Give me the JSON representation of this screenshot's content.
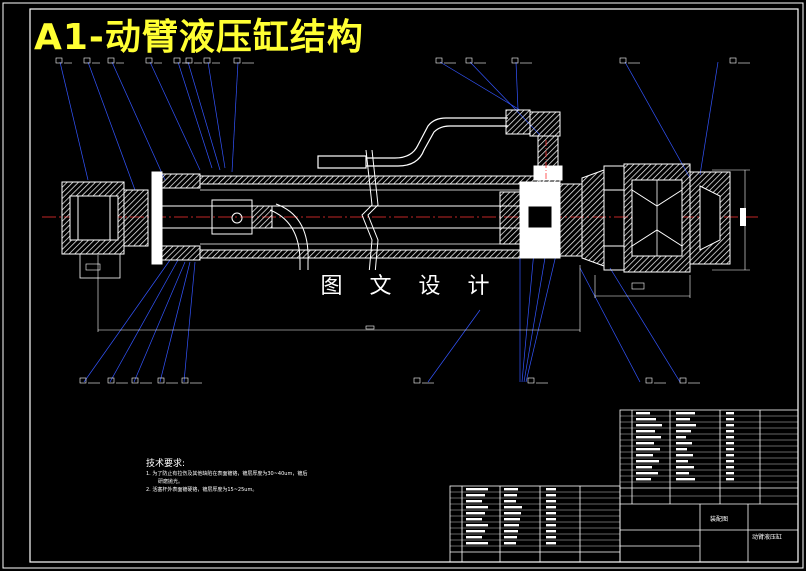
{
  "drawing": {
    "title": "A1-动臂液压缸结构",
    "watermark": "图 文 设 计",
    "tech_requirements": {
      "heading": "技术要求:",
      "lines": [
        "1. 为了防止有拉伤及其他缺陷在表面镀铬，镀层厚度为30~40um，镀后",
        "研磨抛光。",
        "2. 活塞杆外表面镀硬铬，镀层厚度为15~25um。"
      ]
    },
    "title_block": {
      "drawing_name": "装配图",
      "part_name": "动臂液压缸"
    }
  },
  "colors": {
    "background": "#000000",
    "title": "#ffff33",
    "outline": "#ffffff",
    "centerline": "#ff3333",
    "leader": "#3355ff",
    "hatch": "#ffffff",
    "hose": "#ffffff"
  }
}
